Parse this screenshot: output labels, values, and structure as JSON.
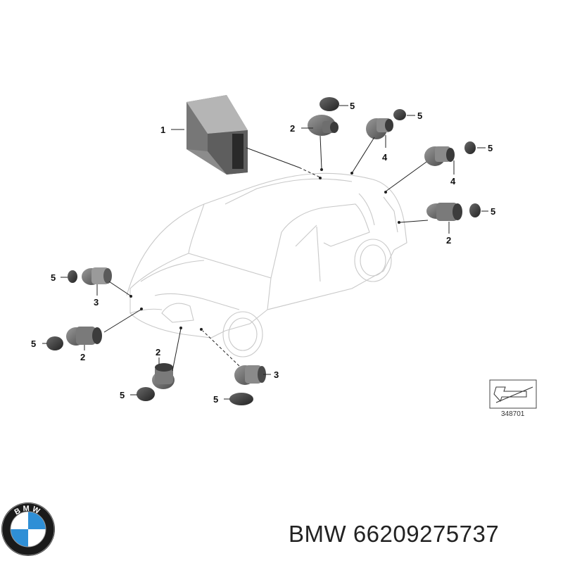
{
  "brand": {
    "name": "BMW",
    "part_number": "66209275737",
    "logo_text": "BMW",
    "colors": {
      "blue": "#2f8fd6",
      "ring": "#1a1a1a",
      "white": "#ffffff"
    }
  },
  "diagram": {
    "reference_number": "348701",
    "callouts": {
      "c1": "1",
      "c2a": "2",
      "c5a": "5",
      "c5b": "5",
      "c4a": "4",
      "c5c": "5",
      "c4b": "4",
      "c5d": "5",
      "c2b": "2",
      "c5e": "5",
      "c3a": "3",
      "c5f": "5",
      "c2c": "2",
      "c2d": "2",
      "c5g": "5",
      "c3b": "3",
      "c5h": "5"
    }
  }
}
